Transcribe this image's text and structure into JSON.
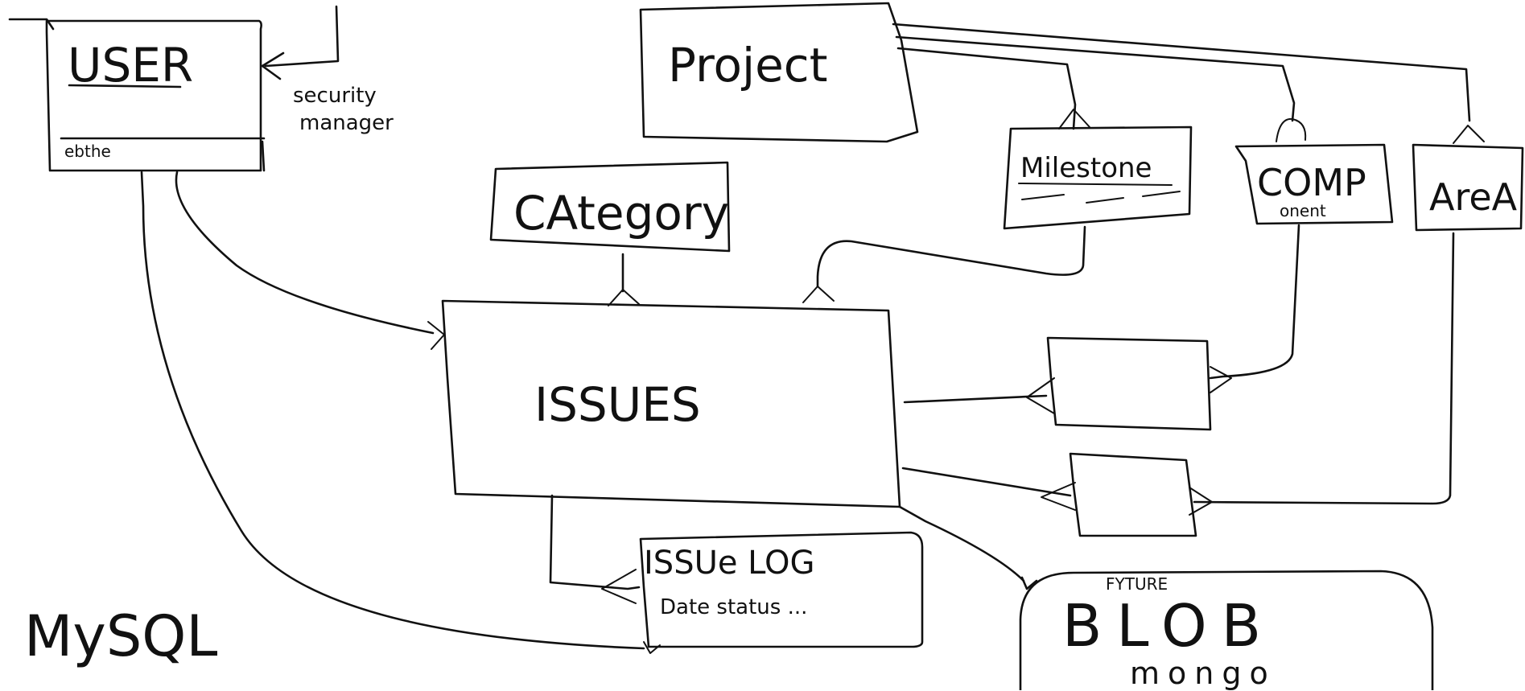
{
  "entities": {
    "user": {
      "title": "USER",
      "subtitle": "ebthe"
    },
    "project": {
      "title": "Project"
    },
    "category": {
      "title": "CAtegory"
    },
    "milestone": {
      "title": "Milestone"
    },
    "component": {
      "title": "COMP",
      "subtitle": "onent"
    },
    "area": {
      "title": "AreA"
    },
    "issues": {
      "title": "ISSUES"
    },
    "issue_log": {
      "title": "ISSUe LOG",
      "subtitle": "Date status ..."
    },
    "blob": {
      "note": "FYTURE",
      "title": "BLOB",
      "subtitle": "mongo"
    }
  },
  "annotations": {
    "security_manager": [
      "security",
      "manager"
    ],
    "db": "MySQL"
  },
  "colors": {
    "ink": "#111111",
    "background": "#ffffff"
  }
}
